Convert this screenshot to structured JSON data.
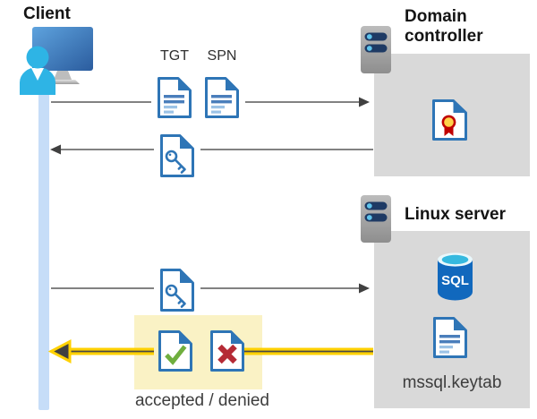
{
  "client": {
    "label": "Client"
  },
  "domain_controller": {
    "label": "Domain controller"
  },
  "linux_server": {
    "label": "Linux server",
    "sql_label": "SQL",
    "keytab_file": "mssql.keytab"
  },
  "flow": {
    "tgt_label": "TGT",
    "spn_label": "SPN",
    "result_label": "accepted / denied"
  },
  "icons": {
    "client-computer-user-icon": "monitor with user silhouette",
    "server-icon": "gray server tower with two drive bays",
    "document-icon": "blue outlined document with folded corner and text lines",
    "key-document-icon": "document with key glyph (kerberos ticket)",
    "certificate-document-icon": "document with red/gold rosette seal",
    "check-document-icon": "document with green check mark",
    "cross-document-icon": "document with red x mark",
    "sql-database-icon": "blue cylinder database labeled SQL",
    "arrow-right-icon": "gray right arrow",
    "arrow-left-icon": "gray left arrow",
    "highlighted-arrow-left-icon": "yellow highlighted left arrow"
  },
  "colors": {
    "doc_blue": "#2e75b6",
    "doc_line_dark": "#4a7ebb",
    "doc_line_light": "#9cc3e6",
    "arrow_gray": "#595959",
    "box_gray": "#d9d9d9",
    "lifeline_blue": "#c6ddf8",
    "highlight_yellow": "#ffd100",
    "highlight_box_yellow": "#faf2c5",
    "check_green": "#6fae3e",
    "cross_red": "#b52a35",
    "cert_gold": "#ffd24a",
    "cert_red": "#c00000",
    "sql_body_blue": "#1168bd",
    "sql_top_cyan": "#35b9df",
    "person_cyan": "#2eb4e5",
    "server_slot_navy": "#1e3a64"
  }
}
